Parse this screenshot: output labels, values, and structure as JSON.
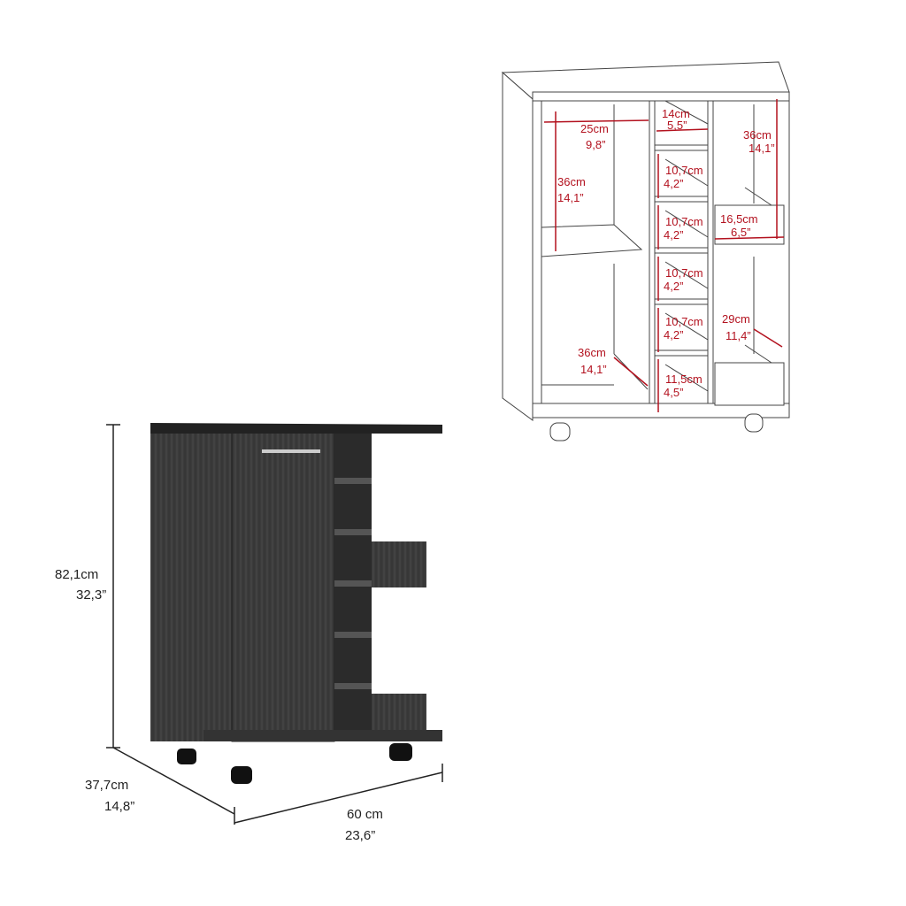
{
  "overall": {
    "height_cm": "82,1cm",
    "height_in": "32,3”",
    "depth_cm": "37,7cm",
    "depth_in": "14,8”",
    "width_cm": "60 cm",
    "width_in": "23,6”"
  },
  "interior": [
    {
      "cm": "25cm",
      "in": "9,8”"
    },
    {
      "cm": "36cm",
      "in": "14,1”"
    },
    {
      "cm": "36cm",
      "in": "14,1”"
    },
    {
      "cm": "14cm",
      "in": "5,5”"
    },
    {
      "cm": "10,7cm",
      "in": "4,2”"
    },
    {
      "cm": "10,7cm",
      "in": "4,2”"
    },
    {
      "cm": "10,7cm",
      "in": "4,2”"
    },
    {
      "cm": "10,7cm",
      "in": "4,2”"
    },
    {
      "cm": "11,5cm",
      "in": "4,5”"
    },
    {
      "cm": "36cm",
      "in": "14,1”"
    },
    {
      "cm": "16,5cm",
      "in": "6,5”"
    },
    {
      "cm": "29cm",
      "in": "11,4”"
    }
  ],
  "colors": {
    "dimension_red": "#b3121f",
    "cabinet_dark": "#3a3a3a"
  }
}
